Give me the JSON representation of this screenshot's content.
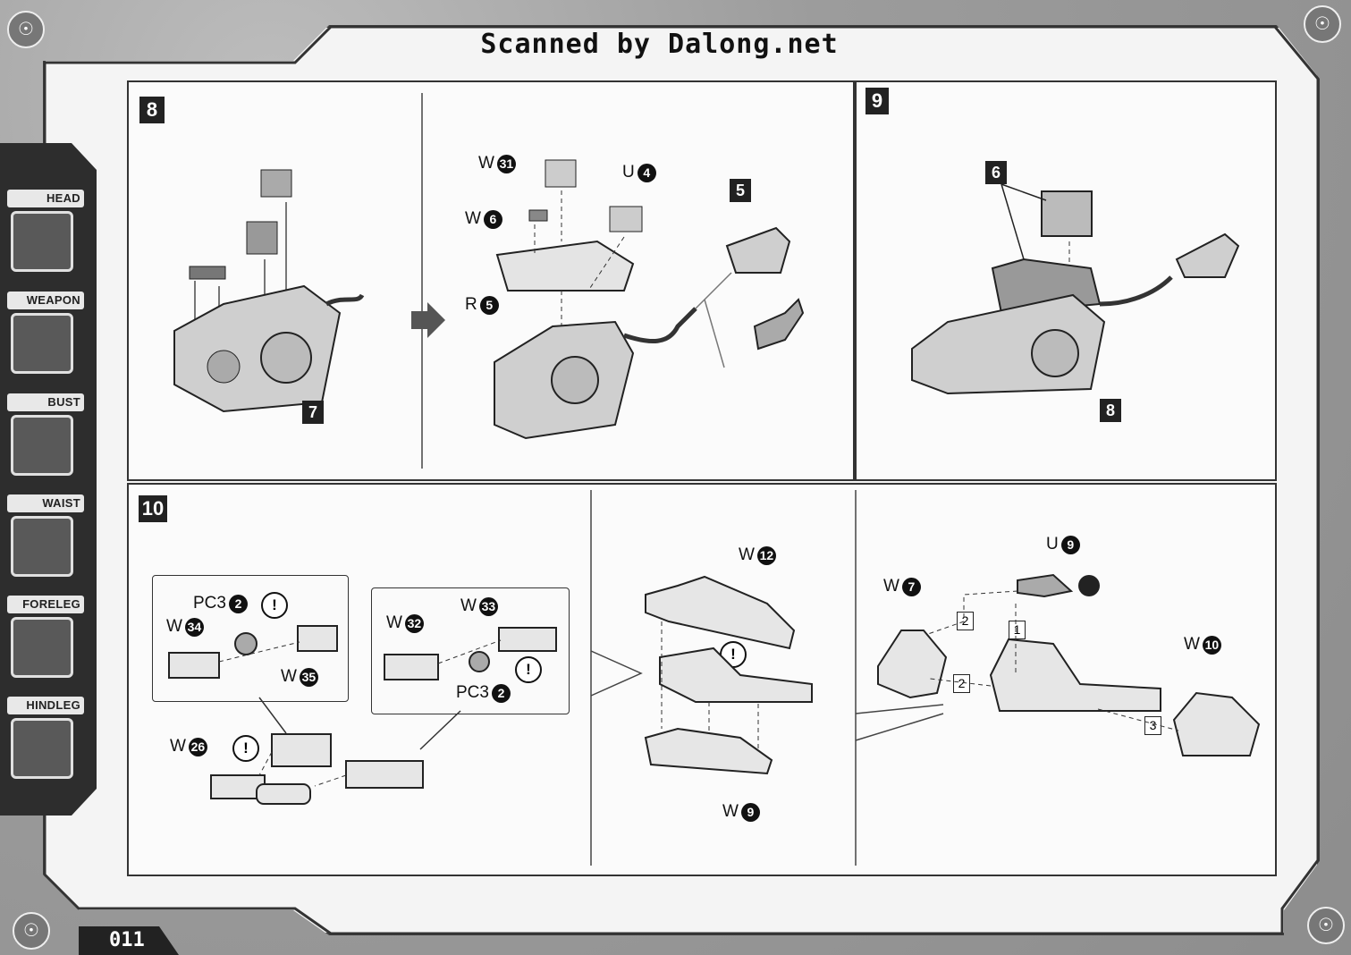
{
  "header": {
    "scan_credit": "Scanned by Dalong.net"
  },
  "page_number": "011",
  "sidebar": {
    "items": [
      {
        "label": "HEAD"
      },
      {
        "label": "WEAPON"
      },
      {
        "label": "BUST"
      },
      {
        "label": "WAIST"
      },
      {
        "label": "FORELEG"
      },
      {
        "label": "HINDLEG"
      }
    ]
  },
  "step8": {
    "badge": "8",
    "left": {
      "assembly_ref": "7"
    },
    "right": {
      "parts": [
        {
          "letter": "W",
          "num": "31"
        },
        {
          "letter": "W",
          "num": "6"
        },
        {
          "letter": "U",
          "num": "4"
        },
        {
          "letter": "R",
          "num": "5"
        }
      ],
      "sub_ref": "5"
    }
  },
  "step9": {
    "badge": "9",
    "sub_ref": "6",
    "assembly_ref": "8"
  },
  "step10": {
    "badge": "10",
    "box_a": {
      "pc_letter": "PC3",
      "pc_num": "2",
      "parts": [
        {
          "letter": "W",
          "num": "34"
        },
        {
          "letter": "W",
          "num": "35"
        }
      ]
    },
    "box_b": {
      "pc_letter": "PC3",
      "pc_num": "2",
      "parts": [
        {
          "letter": "W",
          "num": "32"
        },
        {
          "letter": "W",
          "num": "33"
        }
      ]
    },
    "bottom_part": {
      "letter": "W",
      "num": "26"
    },
    "warning_glyph": "!",
    "middle": {
      "parts": [
        {
          "letter": "W",
          "num": "12"
        },
        {
          "letter": "W",
          "num": "9"
        }
      ]
    },
    "right": {
      "parts": [
        {
          "letter": "U",
          "num": "9"
        },
        {
          "letter": "W",
          "num": "7"
        },
        {
          "letter": "W",
          "num": "10"
        }
      ],
      "order_steps": [
        "1",
        "2",
        "2",
        "3"
      ]
    }
  }
}
